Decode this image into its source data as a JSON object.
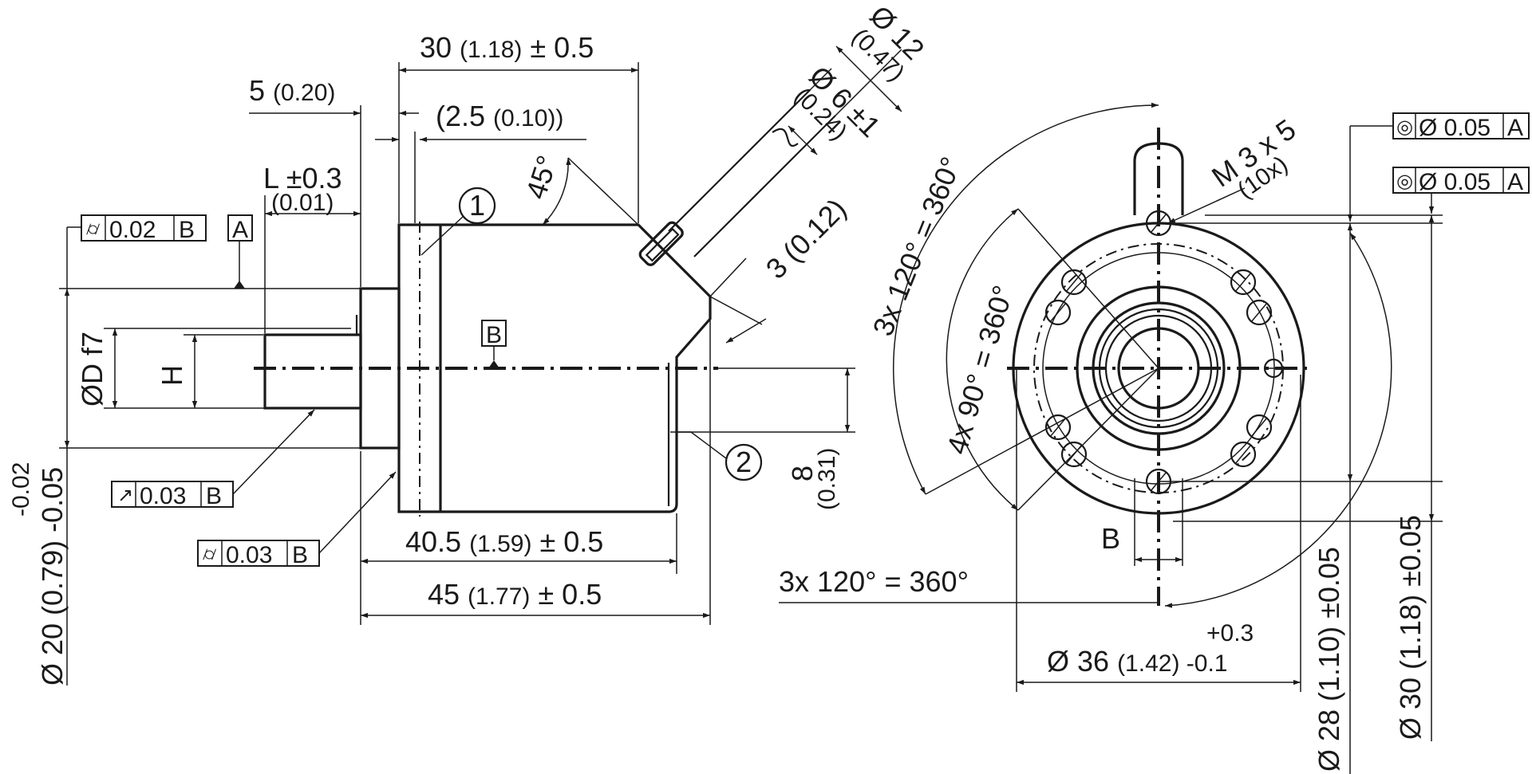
{
  "side_view": {
    "dim_30": "30 ",
    "dim_30_in": "(1.18)",
    "dim_30_tol": " ± 0.5",
    "dim_5": "5 ",
    "dim_5_in": "(0.20)",
    "dim_2_5": "(2.5 ",
    "dim_2_5_in": "(0.10))",
    "angle_45": "45°",
    "dim_L": "L ±0.3",
    "dim_L_in": "(0.01)",
    "datum_A": "A",
    "datum_B": "B",
    "fcf_top": {
      "symbol": "⌭",
      "value": "0.02",
      "datum": "B"
    },
    "fcf_mid": {
      "symbol": "↗",
      "value": "0.03",
      "datum": "B"
    },
    "fcf_bot": {
      "symbol": "⌭",
      "value": "0.03",
      "datum": "B"
    },
    "dim_OD_f7": "ØD f7",
    "dim_H": "H",
    "dim_20": "Ø 20 (0.79) -0.05",
    "dim_20_tol_top": "-0.02",
    "callout_1": "1",
    "callout_2": "2",
    "dim_8": "8",
    "dim_8_in": "(0.31)",
    "dim_40_5": "40.5 ",
    "dim_40_5_in": "(1.59)",
    "dim_40_5_tol": " ± 0.5",
    "dim_45": "45 ",
    "dim_45_in": "(1.77)",
    "dim_45_tol": " ± 0.5",
    "dim_cable_12": "Ø 12",
    "dim_cable_12_in": "(0.47)",
    "dim_cable_6": "Ø 6 ±1",
    "dim_cable_6_in": "(0.24)",
    "dim_3": "3 (0.12)"
  },
  "front_view": {
    "fcf_top": {
      "symbol": "◎",
      "value": "Ø 0.05",
      "datum": "A"
    },
    "fcf_second": {
      "symbol": "◎",
      "value": "Ø 0.05",
      "datum": "A"
    },
    "thread": "M 3 x 5",
    "thread_count": "(10x)",
    "angle_3x120_top": "3x 120° = 360°",
    "angle_4x90": "4x 90° = 360°",
    "angle_3x120_bottom": "3x 120°  = 360°",
    "datum_B": "B",
    "dim_36_tol_top": "+0.3",
    "dim_36": "Ø 36 ",
    "dim_36_in": "(1.42)",
    "dim_36_tol_bot": " -0.1",
    "dim_28": "Ø 28 (1.10) ±0.05",
    "dim_30": "Ø 30 (1.18) ±0.05"
  }
}
